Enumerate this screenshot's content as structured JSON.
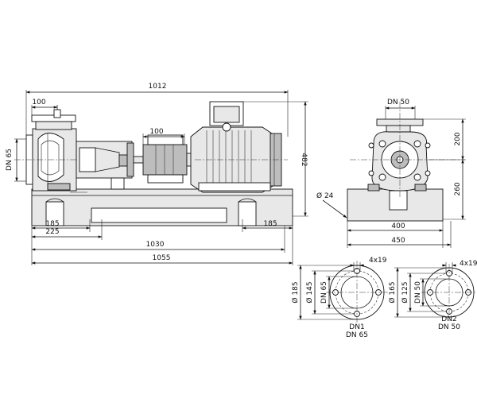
{
  "side_view": {
    "overall_length": "1012",
    "flange_offset": "100",
    "coupling_width": "100",
    "inlet_nominal": "DN 65",
    "total_height": "482",
    "foot_left": "185",
    "foot_right": "185",
    "foot_offset": "225",
    "base_length": "1030",
    "total_base_length": "1055"
  },
  "front_view": {
    "outlet_nominal": "DN 50",
    "upper_height": "200",
    "lower_height": "260",
    "hole_diameter": "Ø 24",
    "bolt_spacing": "400",
    "base_width": "450"
  },
  "flange_dn1": {
    "outer_diameter": "Ø 185",
    "bolt_circle": "Ø 145",
    "nominal_inner": "DN 65",
    "holes": "4x19",
    "caption_name": "DN1",
    "caption_size": "DN 65"
  },
  "flange_dn2": {
    "outer_diameter": "Ø 165",
    "bolt_circle": "Ø 125",
    "nominal_inner": "DN 50",
    "holes": "4x19",
    "caption_name": "DN2",
    "caption_size": "DN 50"
  }
}
